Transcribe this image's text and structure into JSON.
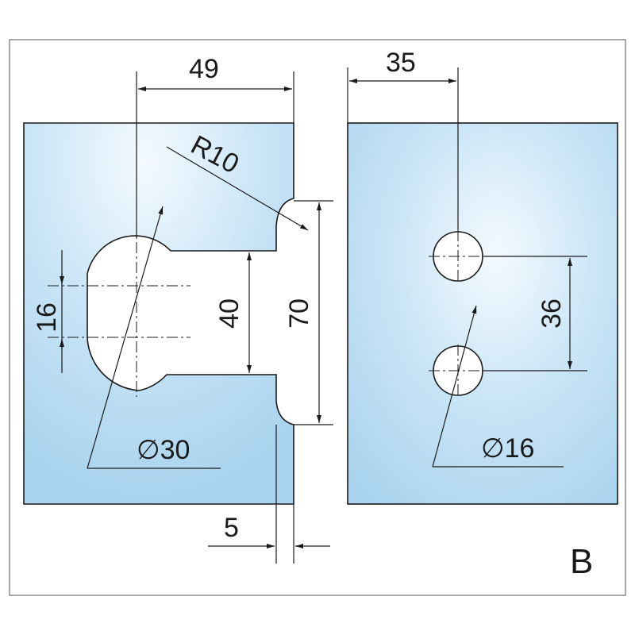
{
  "labels": {
    "width_49": "49",
    "radius": "R10",
    "slot_16": "16",
    "gap_40": "40",
    "height_70": "70",
    "hole_30": "∅30",
    "offset_5": "5",
    "width_35": "35",
    "spacing_36": "36",
    "hole_16": "∅16",
    "variant": "B"
  },
  "colors": {
    "glass": "#a9d3ee",
    "glass_highlight": "#f4fafe",
    "line": "#1a1a1a"
  }
}
